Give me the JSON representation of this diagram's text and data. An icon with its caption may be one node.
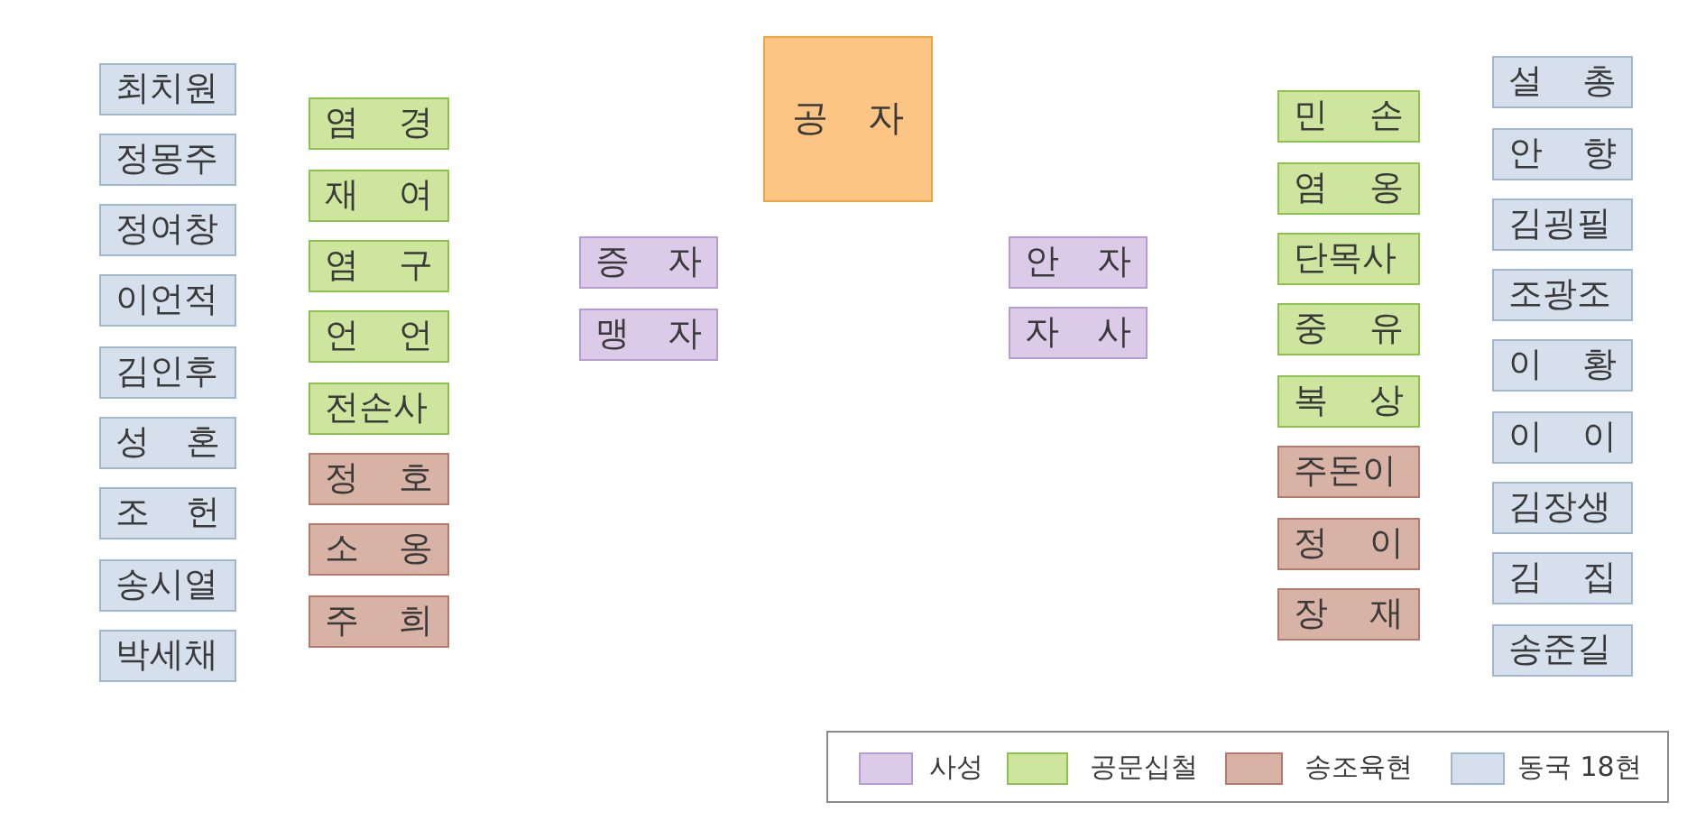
{
  "diagram": {
    "nodes": [
      {
        "text": [
          "공 자"
        ]
      },
      {
        "text": [
          "최치원"
        ]
      },
      {
        "text": [
          "정몽주"
        ]
      },
      {
        "text": [
          "정여창"
        ]
      },
      {
        "text": [
          "이언적"
        ]
      },
      {
        "text": [
          "김인후"
        ]
      },
      {
        "text": [
          "성 혼"
        ]
      },
      {
        "text": [
          "조 헌"
        ]
      },
      {
        "text": [
          "송시열"
        ]
      },
      {
        "text": [
          "박세채"
        ]
      },
      {
        "text": [
          "염 경"
        ]
      },
      {
        "text": [
          "재 여"
        ]
      },
      {
        "text": [
          "염 구"
        ]
      },
      {
        "text": [
          "언 언"
        ]
      },
      {
        "text": [
          "전손사"
        ]
      },
      {
        "text": [
          "정 호"
        ]
      },
      {
        "text": [
          "소 옹"
        ]
      },
      {
        "text": [
          "주 희"
        ]
      },
      {
        "text": [
          "증 자"
        ]
      },
      {
        "text": [
          "맹 자"
        ]
      },
      {
        "text": [
          "안 자"
        ]
      },
      {
        "text": [
          "자 사"
        ]
      },
      {
        "text": [
          "민 손"
        ]
      },
      {
        "text": [
          "염 옹"
        ]
      },
      {
        "text": [
          "단목사"
        ]
      },
      {
        "text": [
          "중 유"
        ]
      },
      {
        "text": [
          "복 상"
        ]
      },
      {
        "text": [
          "주돈이"
        ]
      },
      {
        "text": [
          "정 이"
        ]
      },
      {
        "text": [
          "장 재"
        ]
      },
      {
        "text": [
          "설 총"
        ]
      },
      {
        "text": [
          "안 향"
        ]
      },
      {
        "text": [
          "김굉필"
        ]
      },
      {
        "text": [
          "조광조"
        ]
      },
      {
        "text": [
          "이 황"
        ]
      },
      {
        "text": [
          "이 이"
        ]
      },
      {
        "text": [
          "김장생"
        ]
      },
      {
        "text": [
          "김 집"
        ]
      },
      {
        "text": [
          "송준길"
        ]
      }
    ],
    "legend": [
      {
        "text": "사성",
        "color": "#dccbe8"
      },
      {
        "text": "공문십철",
        "color": "#cde59c"
      },
      {
        "text": "송조육현",
        "color": "#d8b2a5"
      },
      {
        "text": "동국 18현",
        "color": "#d6dfec"
      }
    ]
  }
}
